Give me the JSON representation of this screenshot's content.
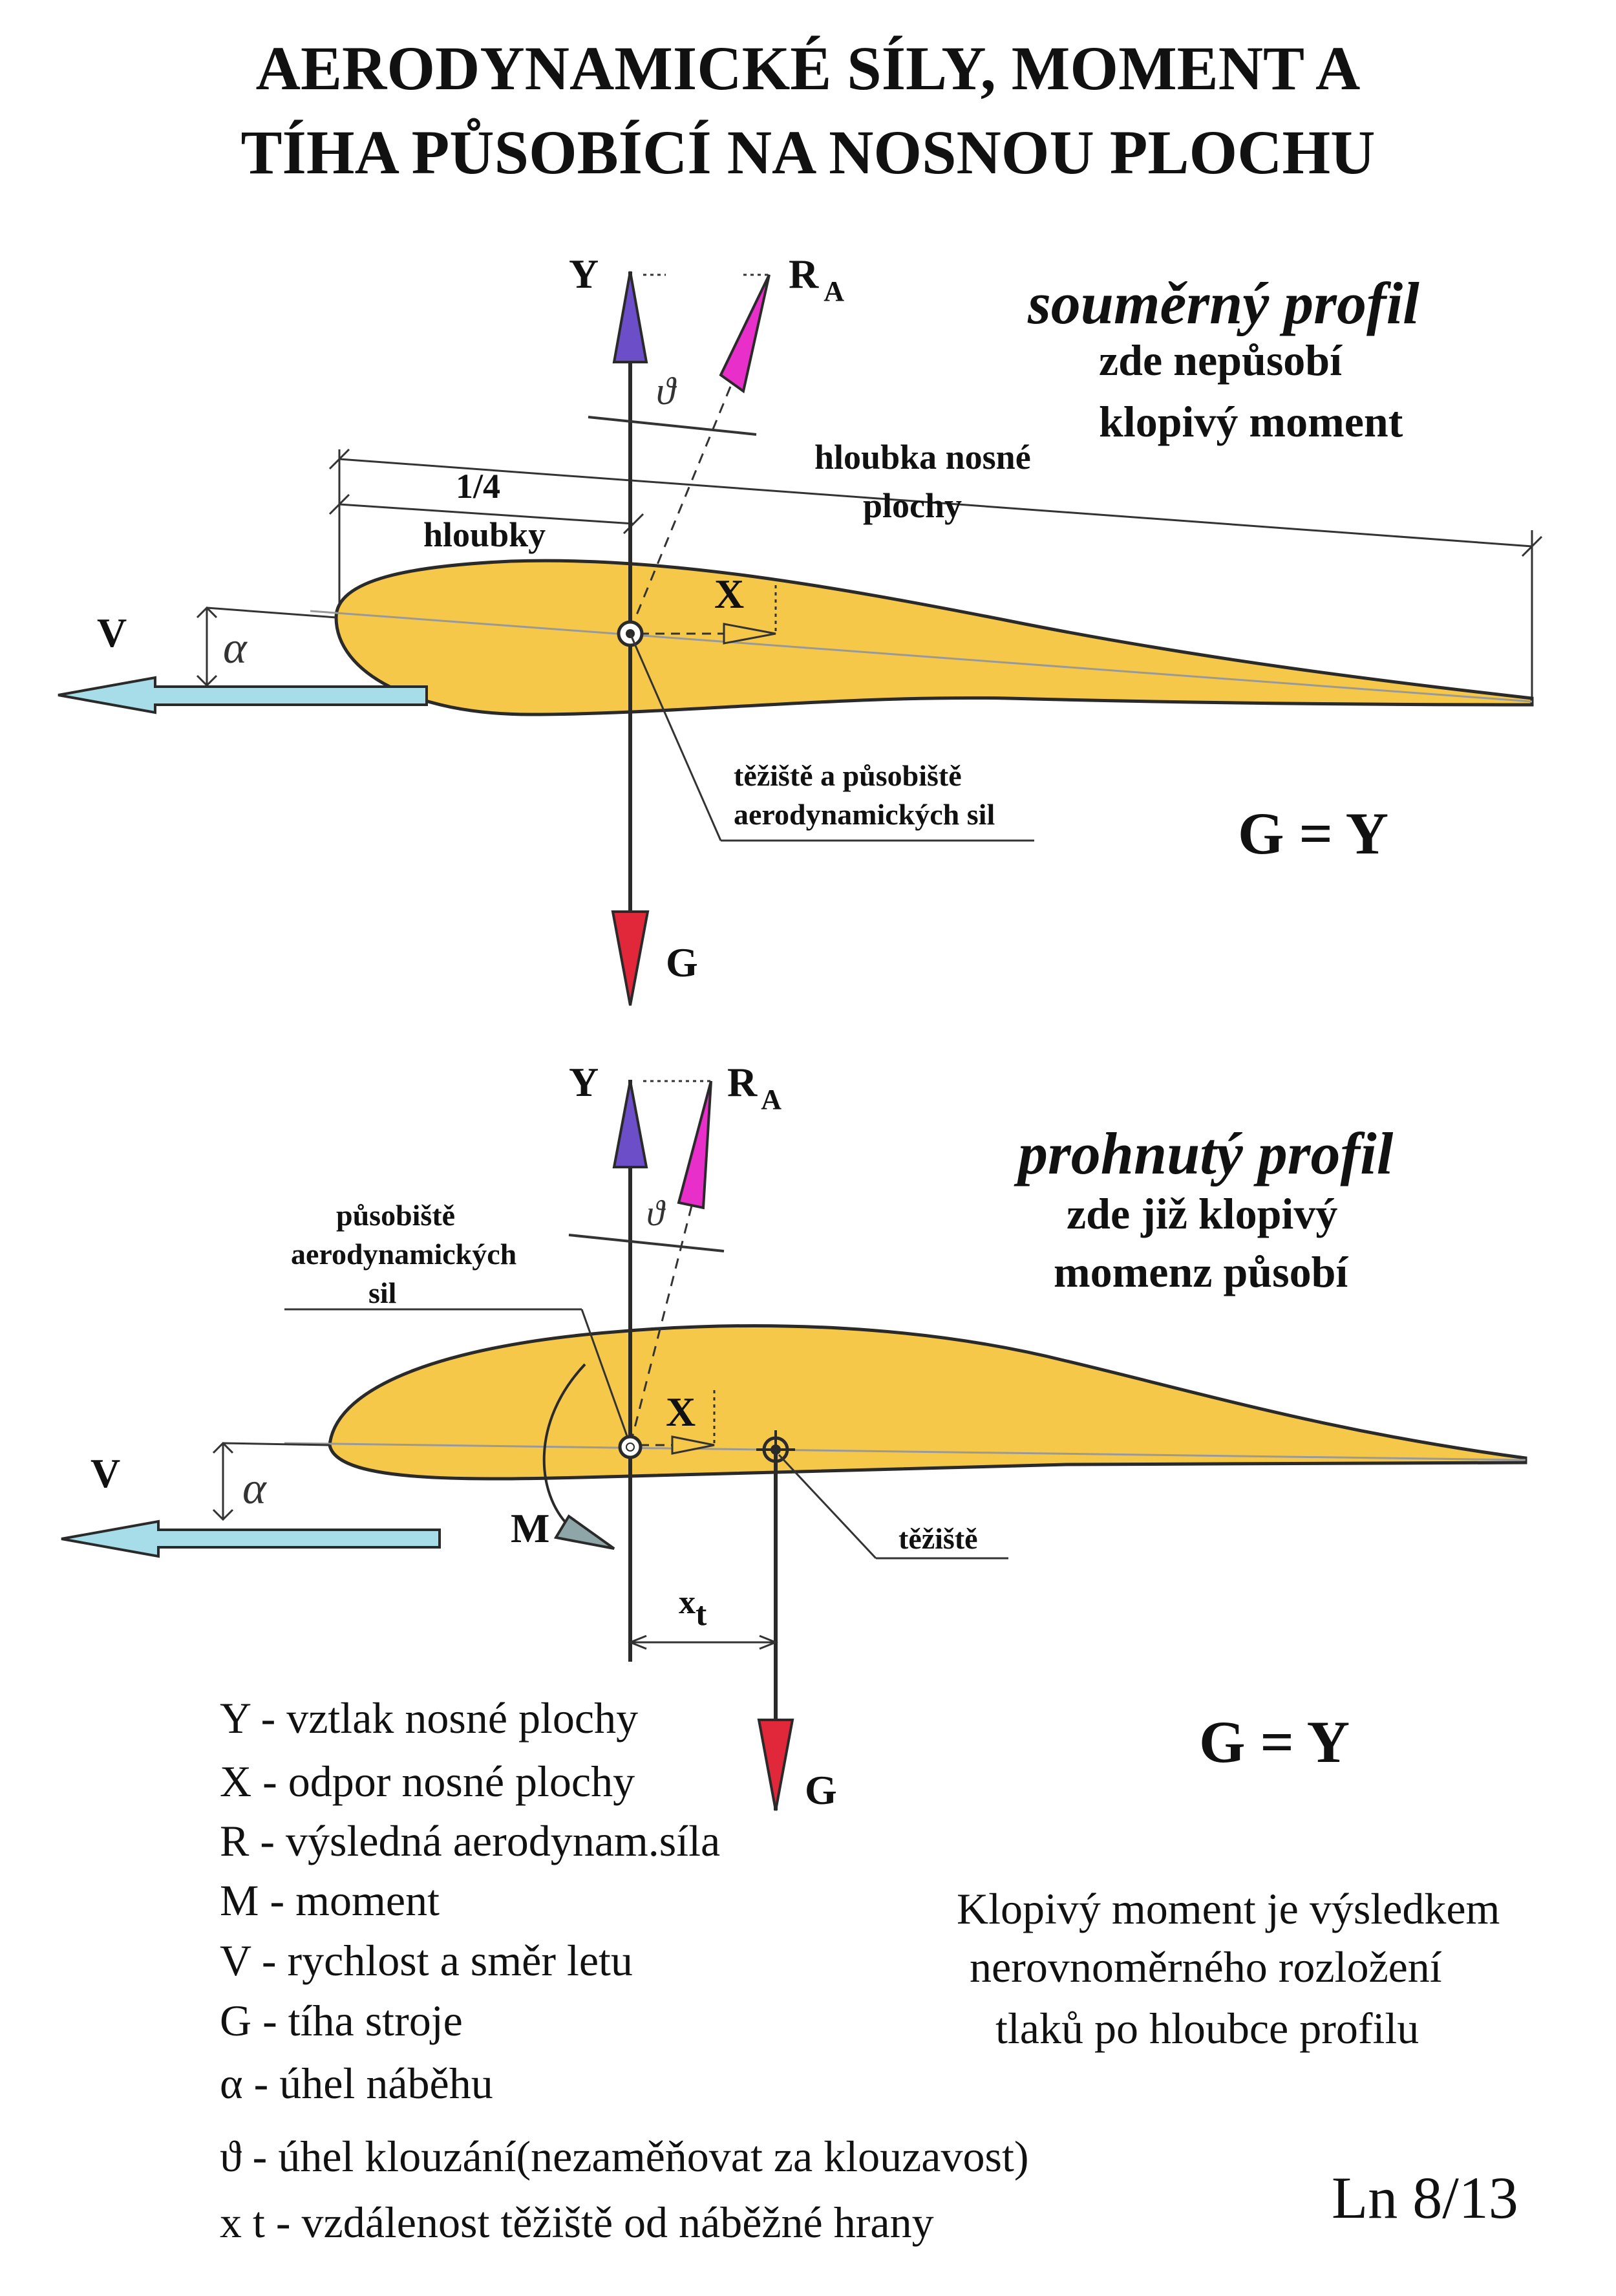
{
  "title": {
    "line1": "AERODYNAMICKÉ SÍLY, MOMENT A",
    "line2": "TÍHA PŮSOBÍCÍ NA NOSNOU PLOCHU"
  },
  "top_panel": {
    "heading": "souměrný profil",
    "subheading_1": "zde nepůsobí",
    "subheading_2": "klopivý moment",
    "label_y": "Y",
    "label_ra": "R",
    "label_ra_sub": "A",
    "label_gamma": "ϑ",
    "label_x": "X",
    "label_v": "V",
    "label_alpha": "α",
    "label_g": "G",
    "quarter_1": "1/4",
    "quarter_2": "hloubky",
    "chord_1": "hloubka  nosné",
    "chord_2": "plochy",
    "cg_note_1": "těžiště a působiště",
    "cg_note_2": "aerodynamických sil",
    "equation": "G = Y"
  },
  "bottom_panel": {
    "heading": "prohnutý profil",
    "subheading_1": "zde již klopivý",
    "subheading_2": "momenz působí",
    "label_y": "Y",
    "label_ra": "R",
    "label_ra_sub": "A",
    "label_gamma": "ϑ",
    "label_x": "X",
    "label_v": "V",
    "label_alpha": "α",
    "label_m": "M",
    "label_g": "G",
    "label_xt": "x",
    "label_xt_sub": "t",
    "cp_note_1": "působiště",
    "cp_note_2": "aerodynamických",
    "cp_note_3": "sil",
    "cg_note": "těžiště",
    "equation": "G = Y"
  },
  "legend": [
    "Y - vztlak nosné plochy",
    "X - odpor nosné plochy",
    "R - výsledná aerodynam.síla",
    "M - moment",
    "V - rychlost a směr letu",
    "G - tíha stroje",
    "α - úhel náběhu",
    "ϑ - úhel klouzání(nezaměňovat za klouzavost)",
    "x t - vzdálenost těžiště od náběžné hrany"
  ],
  "note": [
    "Klopivý moment je výsledkem",
    "nerovnoměrného rozložení",
    "tlaků po hloubce profilu"
  ],
  "page_ref": "Ln 8/13",
  "colors": {
    "airfoil_fill": "#f6c84a",
    "lift_arrow": "#6c4fc8",
    "resultant_arrow": "#e82fc9",
    "weight_arrow": "#e0283a",
    "velocity_arrow": "#a6dde8",
    "moment_arrow": "#8fa6a8"
  }
}
